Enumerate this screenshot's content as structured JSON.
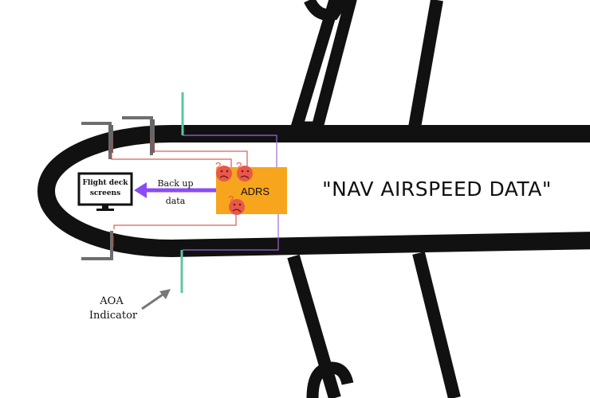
{
  "diagram": {
    "title": "\"NAV AIRSPEED DATA\"",
    "adrs_label": "ADRS",
    "backup_line1": "Back up",
    "backup_line2": "data",
    "screen_line1": "Flight deck",
    "screen_line2": "screens",
    "aoa_line1": "AOA",
    "aoa_line2": "Indicator"
  },
  "colors": {
    "fuselage": "#111111",
    "adrs_box": "#f7a51c",
    "arrow_purple": "#8b4cf5",
    "wire_red": "#d63a2a",
    "wire_purple": "#9c6ad8",
    "aoa_green": "#5cc6a2",
    "face_red": "#e8584a",
    "gray": "#6e6e6e"
  },
  "icons": [
    "confused-face-icon",
    "monitor-icon",
    "pitot-probe-icon",
    "arrow-left-icon",
    "arrow-pointer-icon"
  ]
}
